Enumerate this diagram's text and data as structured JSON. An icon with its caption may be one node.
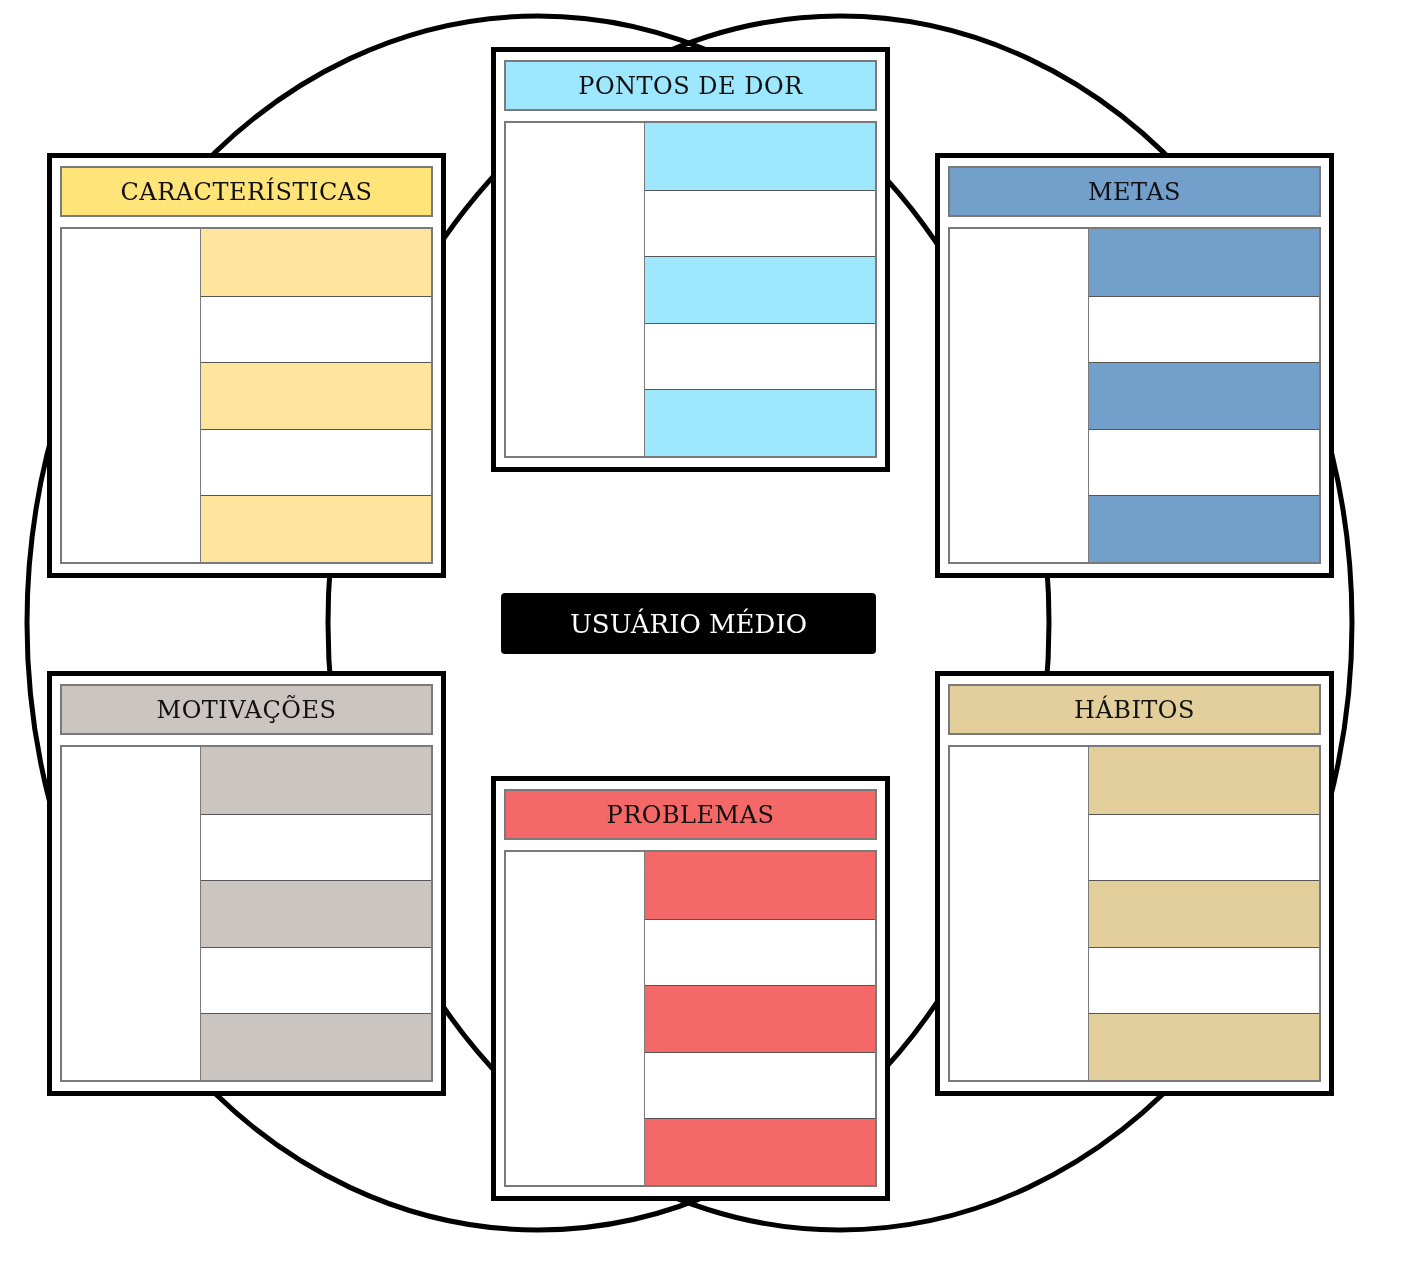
{
  "diagram": {
    "nodes": [
      {
        "text": [
          "PONTOS DE DOR"
        ]
      },
      {
        "text": [
          "CARACTERÍSTICAS"
        ]
      },
      {
        "text": [
          "METAS"
        ]
      },
      {
        "text": [
          "USUÁRIO MÉDIO"
        ]
      },
      {
        "text": [
          "MOTIVAÇÕES"
        ]
      },
      {
        "text": [
          "HÁBITOS"
        ]
      },
      {
        "text": [
          "PROBLEMAS"
        ]
      }
    ]
  }
}
